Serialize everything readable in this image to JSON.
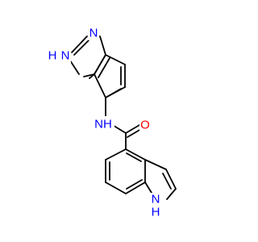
{
  "colors": {
    "bond": "#000000",
    "nitrogen": "#0000ff",
    "oxygen": "#ff0000",
    "background": "#ffffff"
  },
  "atom_labels": {
    "benzimidazole_nh": "H",
    "benzimidazole_n_of_nh": "N",
    "benzimidazole_n": "N",
    "amide_nh": "NH",
    "carbonyl_o": "O",
    "indole_nh": "NH",
    "indole_nh_h": "H",
    "indole_n": "N"
  }
}
